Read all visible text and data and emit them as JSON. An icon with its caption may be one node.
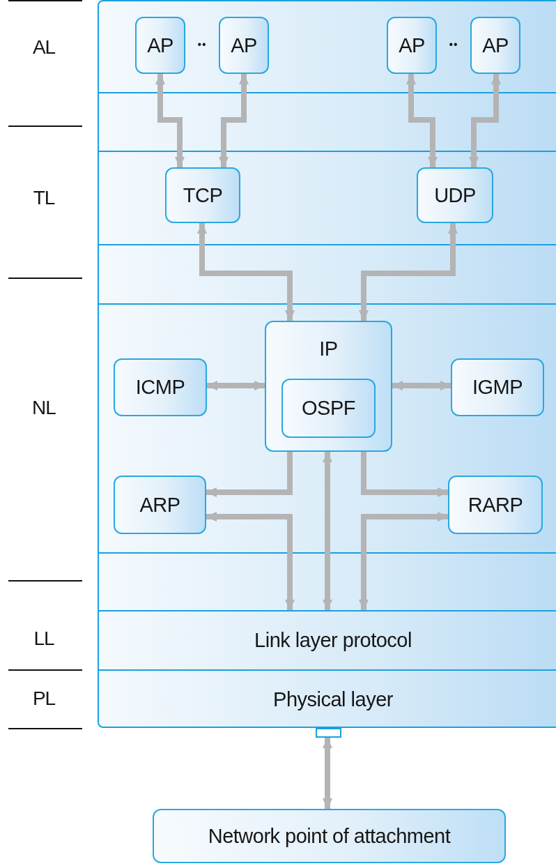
{
  "diagram": {
    "nodes": [
      {
        "text": [],
        "shape": "box"
      },
      {
        "text": [
          "AP"
        ],
        "in": 0
      },
      {
        "text": [
          "AP"
        ],
        "in": 0
      },
      {
        "text": [
          "AP"
        ],
        "in": 0
      },
      {
        "text": [
          "AP"
        ],
        "in": 0
      },
      {
        "text": [
          "TCP"
        ],
        "in": 0
      },
      {
        "text": [
          "UDP"
        ],
        "in": 0
      },
      {
        "text": [
          "IP"
        ],
        "in": 0
      },
      {
        "text": [
          "OSPF"
        ],
        "in": 7
      },
      {
        "text": [
          "ICMP"
        ],
        "in": 0
      },
      {
        "text": [
          "IGMP"
        ],
        "in": 0
      },
      {
        "text": [
          "ARP"
        ],
        "in": 0
      },
      {
        "text": [
          "RARP"
        ],
        "in": 0
      },
      {
        "text": [
          "Link layer protocol"
        ],
        "in": 0
      },
      {
        "text": [
          "Physical layer"
        ],
        "in": 0
      },
      {
        "text": [],
        "shape": "box"
      },
      {
        "text": [
          "Network point of attachment"
        ]
      }
    ],
    "edges": [
      {
        "from": 1,
        "to": 5,
        "arrow": "both"
      },
      {
        "from": 2,
        "to": 5,
        "arrow": "both"
      },
      {
        "from": 3,
        "to": 6,
        "arrow": "both"
      },
      {
        "from": 4,
        "to": 6,
        "arrow": "both"
      },
      {
        "from": 5,
        "to": 7,
        "arrow": "both"
      },
      {
        "from": 6,
        "to": 7,
        "arrow": "both"
      },
      {
        "from": 9,
        "to": 7,
        "arrow": "both"
      },
      {
        "from": 7,
        "to": 10,
        "arrow": "both"
      },
      {
        "from": 7,
        "to": 11,
        "arrow": "to"
      },
      {
        "from": 11,
        "to": 13,
        "arrow": "both"
      },
      {
        "from": 7,
        "to": 13,
        "arrow": "both"
      },
      {
        "from": 7,
        "to": 12,
        "arrow": "to"
      },
      {
        "from": 12,
        "to": 13,
        "arrow": "both"
      },
      {
        "from": 15,
        "to": 16,
        "arrow": "both"
      }
    ],
    "labels": [
      "AL",
      "••",
      "••",
      "TL",
      "NL",
      "LL",
      "PL"
    ]
  }
}
